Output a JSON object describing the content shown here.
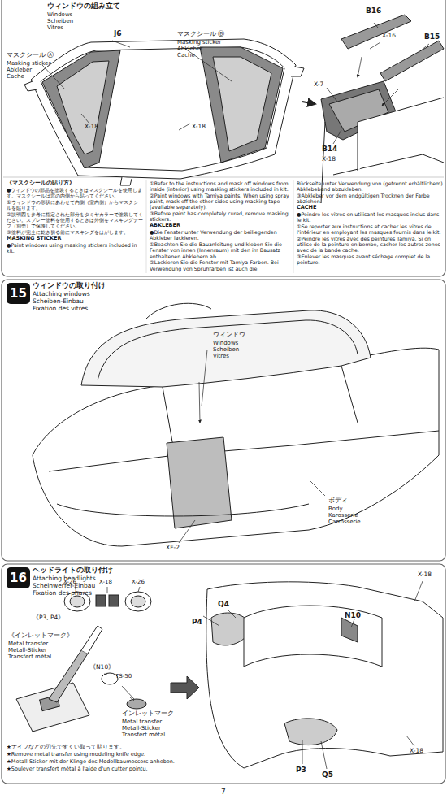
{
  "diagram": {
    "nodes": [
      {
        "text": [
          "15"
        ]
      },
      {
        "text": [
          "16"
        ]
      }
    ],
    "labels": [
      "ウィンドウの組み立て",
      "Windows",
      "Scheiben",
      "Vitres",
      "J6",
      "マスクシール Ⓐ",
      "Masking sticker",
      "Abkleber",
      "Cache",
      "マスクシール Ⓑ",
      "Masking sticker",
      "Abkleber",
      "Cache",
      "X-18",
      "X-18",
      "B16",
      "B15",
      "X-16",
      "X-7",
      "B14",
      "X-18",
      "《マスクシールの貼り方》",
      "●ウィンドウの部品を塗装するときはマスクシールを使用します。マスクシールは窓の内側から貼ってください。",
      "①ウィンドウの形状にあわせて内側（室内側）からマスクシールを貼ります。",
      "②説明図を参考に指定された部分をタミヤカラーで塗装してください。スプレー塗料を使用するときは外側をマスキングテープ（別売）で保護してください。",
      "③塗料が完全に乾き切る前にマスキングをはがします。",
      "MASKING STICKER",
      "●Paint windows using masking stickers included in kit.",
      "①Refer to the instructions and mask off windows from inside (interior) using masking stickers included in kit.",
      "②Paint windows with Tamiya paints. When using spray paint, mask off the other sides using masking tape (available separately).",
      "③Before paint has completely cured, remove masking stickers.",
      "ABKLEBER",
      "●Die Fenster unter Verwendung der beiliegenden Abkleber lackieren.",
      "①Beachten Sie die Bauanleitung und kleben Sie die Fenster von innen (Innenraum) mit den im Bausatz enthaltenen Abklebern ab.",
      "②Lackieren Sie die Fenster mit Tamiya-Farben. Bei Verwendung von Sprühfarben ist auch die",
      "Rückseite unter Verwendung von (getrennt erhältlichem) Abklebeband abzukleben.",
      "③Abkleber vor dem endgültigen Trocknen der Farbe abziehen.",
      "CACHE",
      "●Peindre les vitres en utilisant les masques inclus dans le kit.",
      "①Se reporter aux instructions et cacher les vitres de l'intérieur en employant les masques fournis dans le kit.",
      "②Peindre les vitres avec des peintures Tamiya. Si on utilise de la peinture en bombe, cacher les autres zones avec de la bande cache.",
      "③Enlever les masques avant séchage complet de la peinture.",
      "ウィンドウの取り付け",
      "Attaching windows",
      "Scheiben-Einbau",
      "Fixation des vitres",
      "ウィンドウ",
      "Windows",
      "Scheiben",
      "Vitres",
      "ボディ",
      "Body",
      "Karosserie",
      "Carrosserie",
      "XF-2",
      "ヘッドライトの取り付け",
      "Attaching headlights",
      "Scheinwerfer-Einbau",
      "Fixation des phares",
      "X-26",
      "X-18",
      "X-26",
      "《P3, P4》",
      "《インレットマーク》",
      "Metal transfer",
      "Metall-Sticker",
      "Transfert métal",
      "《N10》",
      "TS-50",
      "インレットマーク",
      "Metal transfer",
      "Metall-Sticker",
      "Transfert métal",
      "★ナイフなどの刃先ですくい取って貼ります。",
      "★Remove metal transfer using modeling knife edge.",
      "★Metall-Sticker mit der Klinge des Modellbaumessers anheben.",
      "★Soulever transfert métal à l'aide d'un cutter pointu.",
      "P4",
      "Q4",
      "N10",
      "X-18",
      "X-18",
      "P3",
      "Q5",
      "7"
    ]
  }
}
